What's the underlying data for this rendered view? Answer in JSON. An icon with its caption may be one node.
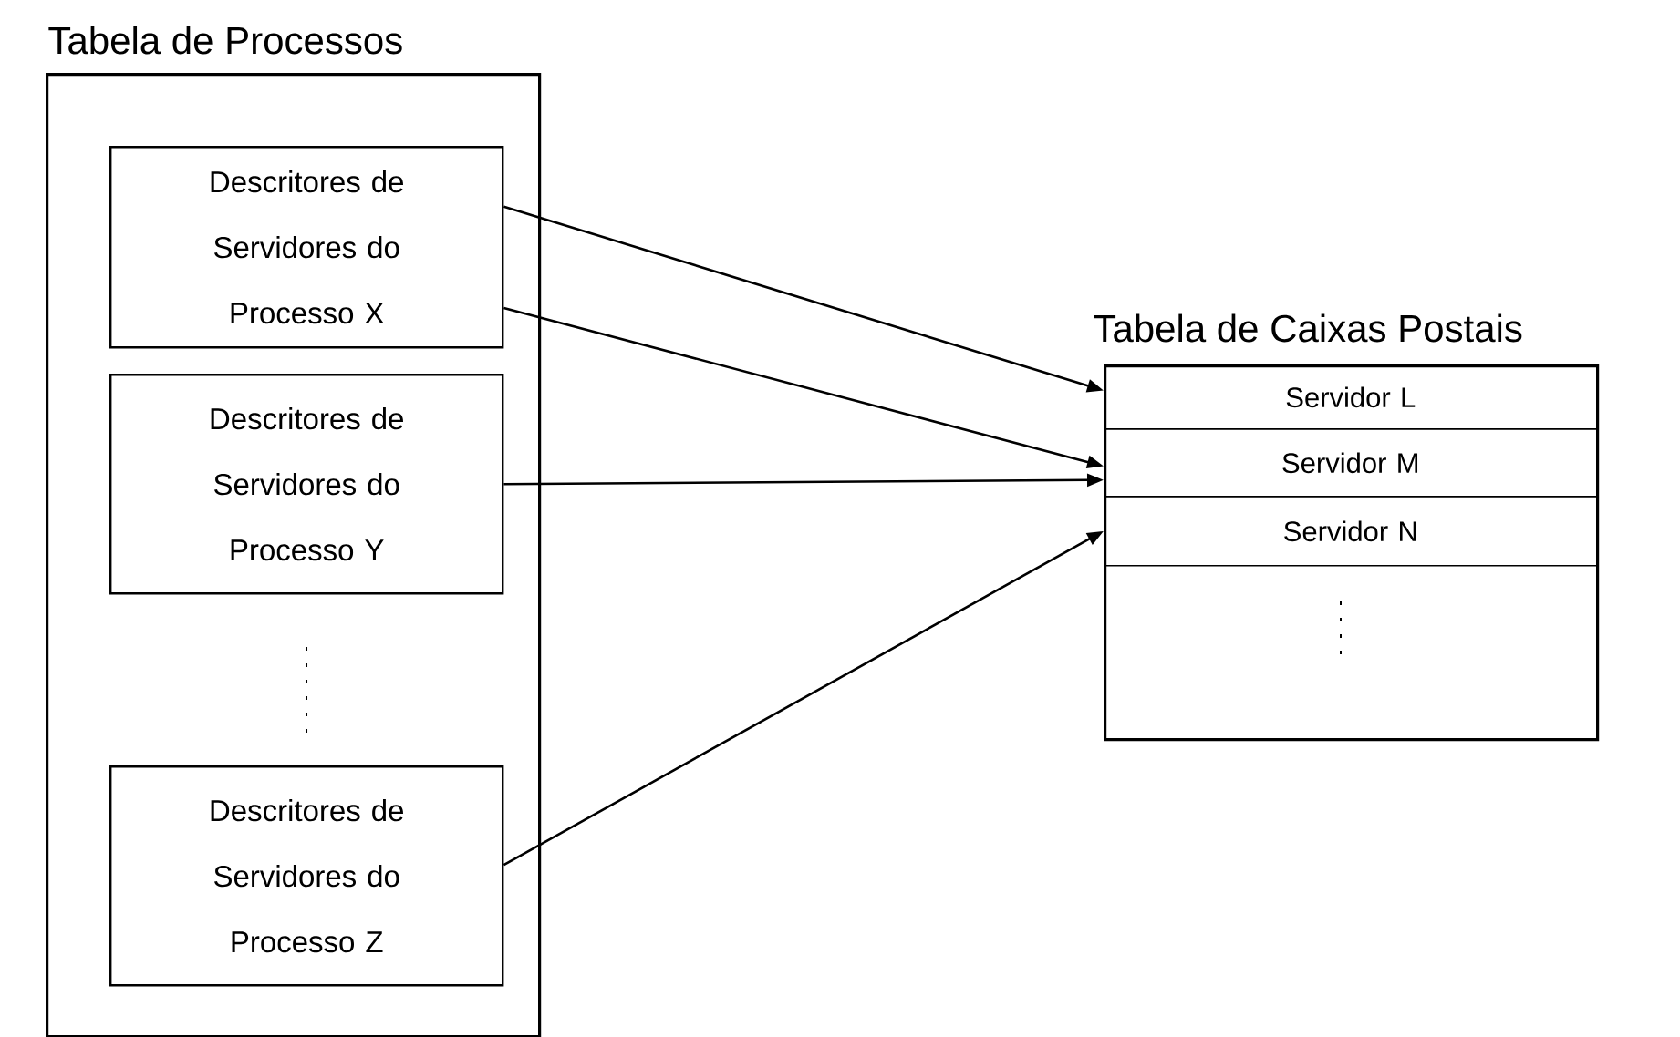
{
  "diagram": {
    "nodes": [
      {
        "text": [
          "Tabela de Processos"
        ]
      },
      {
        "text": [
          "Descritores de Servidores do Processo X"
        ],
        "in": 0
      },
      {
        "text": [
          "Descritores de Servidores do Processo Y"
        ],
        "in": 0
      },
      {
        "text": [
          "Descritores de Servidores do Processo Z"
        ],
        "in": 0
      },
      {
        "text": [
          "Tabela de Caixas Postais"
        ]
      },
      {
        "text": [
          "Servidor L"
        ],
        "in": 4
      },
      {
        "text": [
          "Servidor M"
        ],
        "in": 4
      },
      {
        "text": [
          "Servidor N"
        ],
        "in": 4
      }
    ],
    "edges": [
      {
        "from": 1,
        "to": 5,
        "arrow": "to"
      },
      {
        "from": 1,
        "to": 6,
        "arrow": "to"
      },
      {
        "from": 2,
        "to": 6,
        "arrow": "to"
      },
      {
        "from": 3,
        "to": 7,
        "arrow": "to"
      }
    ]
  }
}
